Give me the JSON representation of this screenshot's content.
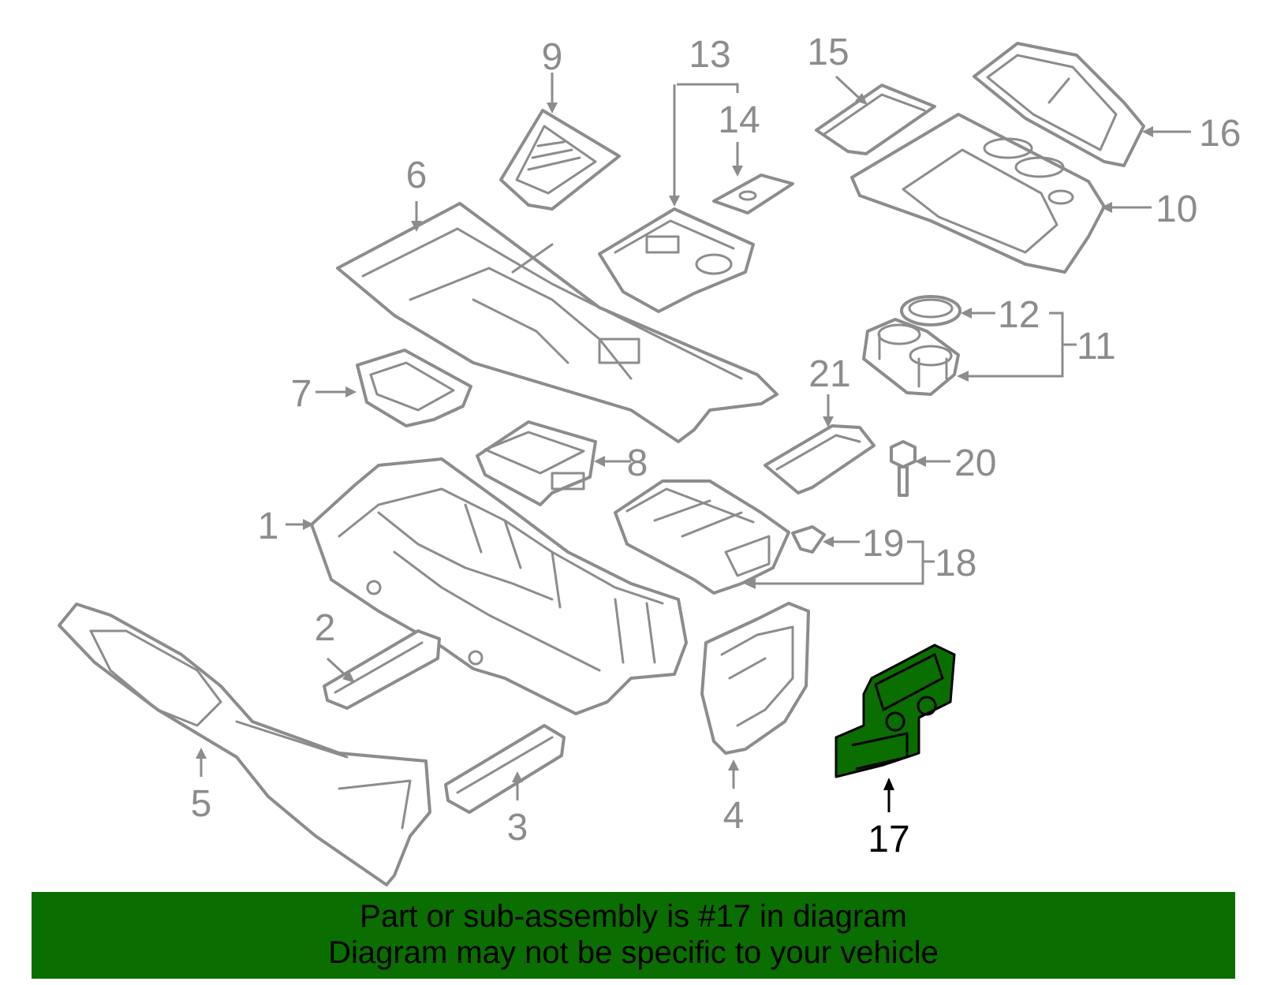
{
  "callouts": {
    "c1": "1",
    "c2": "2",
    "c3": "3",
    "c4": "4",
    "c5": "5",
    "c6": "6",
    "c7": "7",
    "c8": "8",
    "c9": "9",
    "c10": "10",
    "c11": "11",
    "c12": "12",
    "c13": "13",
    "c14": "14",
    "c15": "15",
    "c16": "16",
    "c17": "17",
    "c18": "18",
    "c19": "19",
    "c20": "20",
    "c21": "21"
  },
  "highlighted_part": "17",
  "caption": {
    "line1": "Part or sub-assembly is #17 in diagram",
    "line2": "Diagram may not be specific to your vehicle"
  },
  "colors": {
    "highlight_green": "#0a6e00",
    "line_gray": "#8c8c8c",
    "callout_highlight": "#000000"
  }
}
